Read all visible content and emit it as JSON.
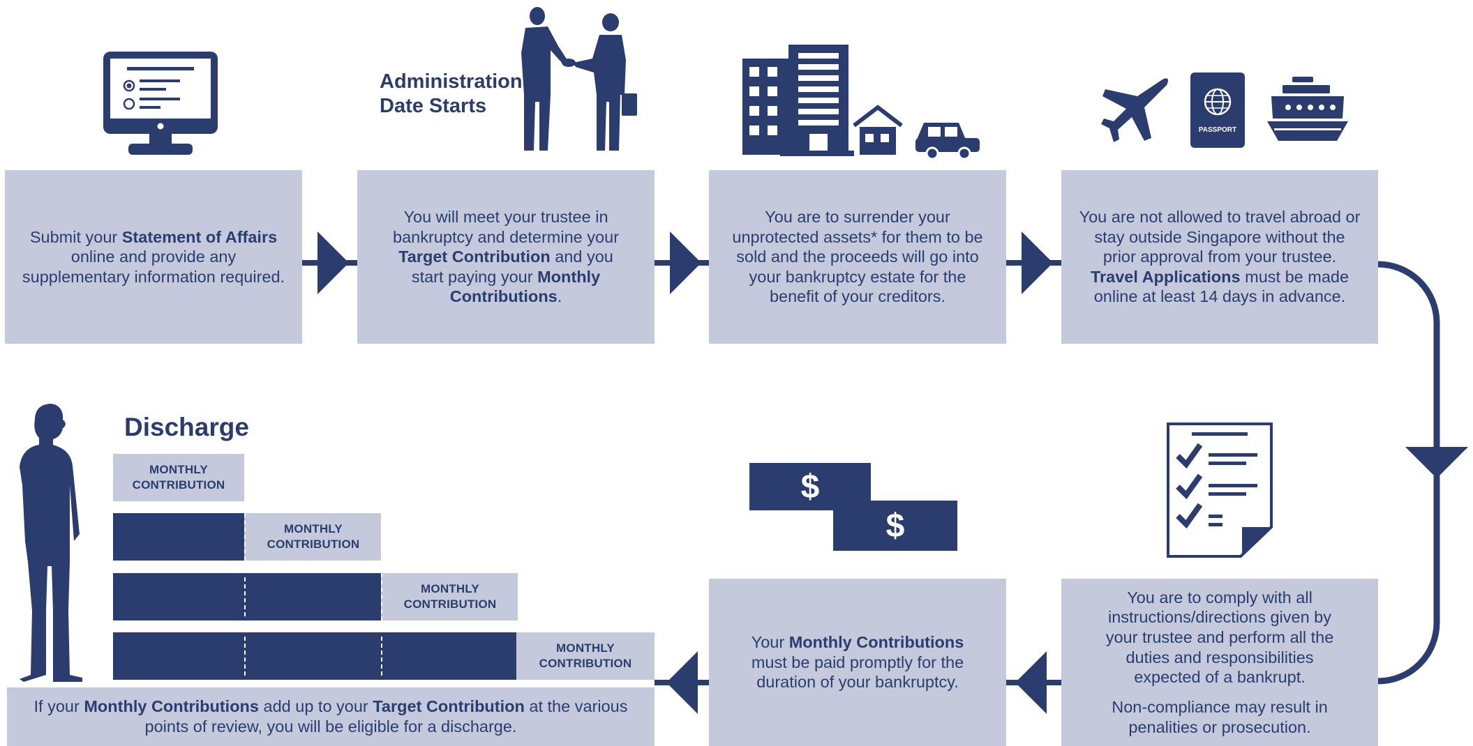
{
  "step1": {
    "pre": "Submit your ",
    "bold": "Statement of Affairs",
    "post": " online and provide any supplementary information required."
  },
  "step2": {
    "heading_line1": "Administration",
    "heading_line2": "Date Starts",
    "t1": "You will meet your trustee in bankruptcy and determine your ",
    "b1": "Target Contribution",
    "t2": " and you start paying your ",
    "b2": "Monthly Contributions",
    "t3": "."
  },
  "step3": {
    "text": "You are to surrender your unprotected assets* for them to be sold and the proceeds will go into your bankruptcy estate for the benefit of your creditors."
  },
  "step4": {
    "t1": "You are not allowed to travel abroad or stay outside Singapore without the prior approval from your trustee. ",
    "b1": "Travel Applications",
    "t2": " must be made online at least 14 days in advance.",
    "passport_label": "PASSPORT"
  },
  "step5": {
    "p1": "You are to comply with all instructions/directions given by your trustee and perform all the duties and responsibilities expected of a bankrupt.",
    "p2": "Non-compliance may result in penalities or prosecution."
  },
  "step6": {
    "t1": "Your ",
    "b1": "Monthly Contributions",
    "t2": " must be paid promptly for the duration of your bankruptcy.",
    "dollar": "$"
  },
  "step7": {
    "heading": "Discharge",
    "t1": "If your ",
    "b1": "Monthly Contributions",
    "t2": " add up to your ",
    "b2": "Target Contribution",
    "t3": " at the various points of review, you will be eligible for a discharge.",
    "bar_label_1": "MONTHLY",
    "bar_label_2": "CONTRIBUTION"
  },
  "colors": {
    "navy": "#2b3d6e",
    "box": "#c4c9dc",
    "background": "#ffffff"
  }
}
